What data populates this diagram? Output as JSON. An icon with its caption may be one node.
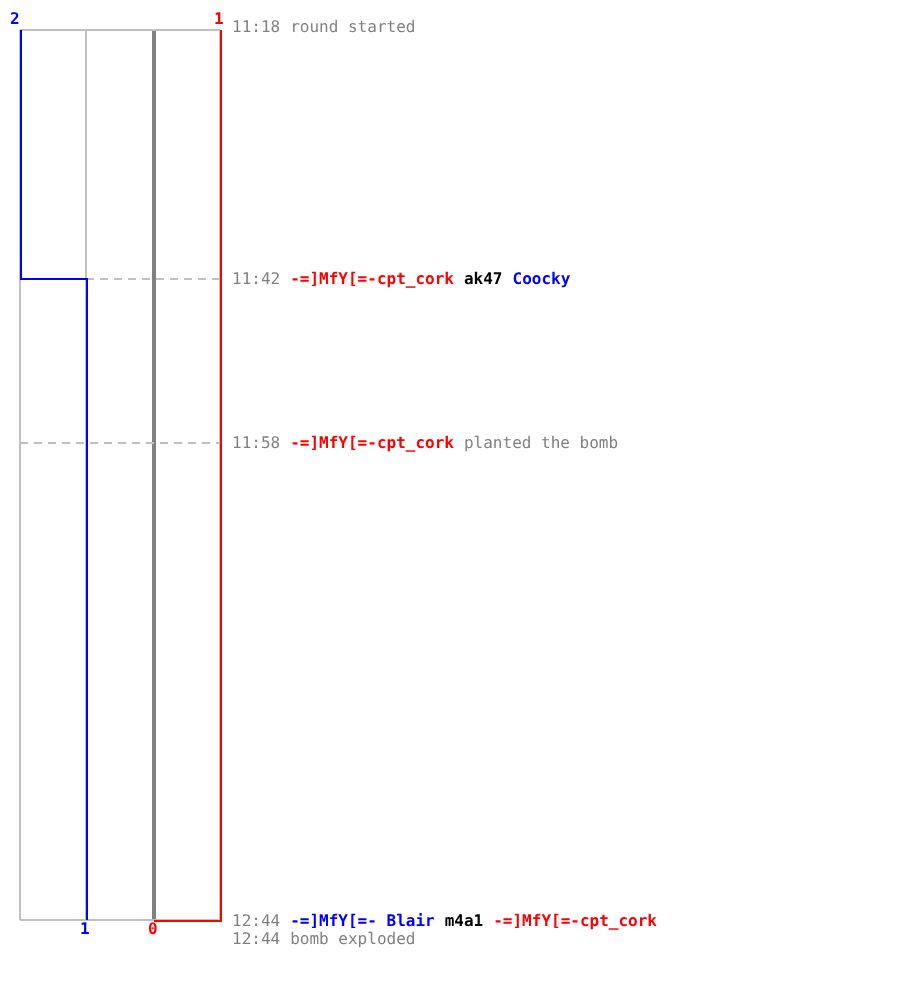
{
  "diagram": {
    "labels": [
      "2",
      "1",
      "11:18",
      "round started",
      "11:42",
      "-=]MfY[=-cpt_cork",
      "ak47",
      "Coocky",
      "11:58",
      "-=]MfY[=-cpt_cork",
      "planted the bomb",
      "1",
      "0",
      "12:44",
      "-=]MfY[=- Blair",
      "m4a1",
      "-=]MfY[=-cpt_cork",
      "12:44",
      "bomb exploded"
    ]
  }
}
